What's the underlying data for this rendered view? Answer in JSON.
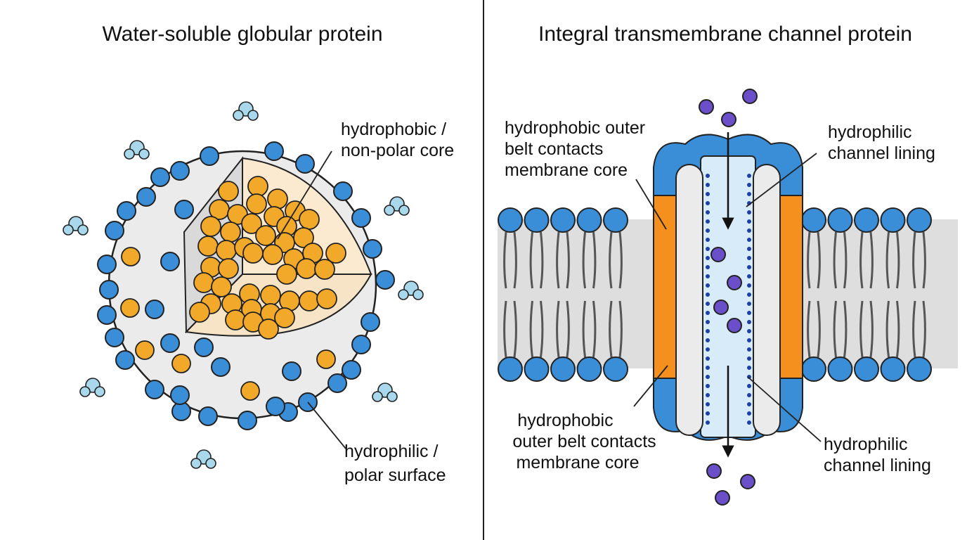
{
  "left_panel": {
    "title": "Water-soluble globular protein",
    "core_label": [
      "hydrophobic /",
      "non-polar core"
    ],
    "surface_label": [
      "hydrophilic /",
      "polar surface"
    ]
  },
  "right_panel": {
    "title": "Integral transmembrane channel protein",
    "top_left_label": [
      "hydrophobic outer",
      "belt contacts",
      "membrane core"
    ],
    "top_right_label": [
      "hydrophilic",
      "channel lining"
    ],
    "bottom_left_label": [
      "hydrophobic",
      "outer belt contacts",
      "membrane core"
    ],
    "bottom_right_label": [
      "hydrophilic",
      "channel lining"
    ]
  },
  "colors": {
    "polar_blue": "#3a8ed8",
    "nonpolar_orange": "#f2a92a",
    "belt_orange": "#f5901e",
    "ion_purple": "#6a4fc9",
    "water_blue": "#a9d8ec",
    "core_cream": "#fbead0",
    "sphere_gray": "#ebebeb",
    "channel_fill": "#d7ecf8",
    "membrane_band": "#dedede"
  }
}
